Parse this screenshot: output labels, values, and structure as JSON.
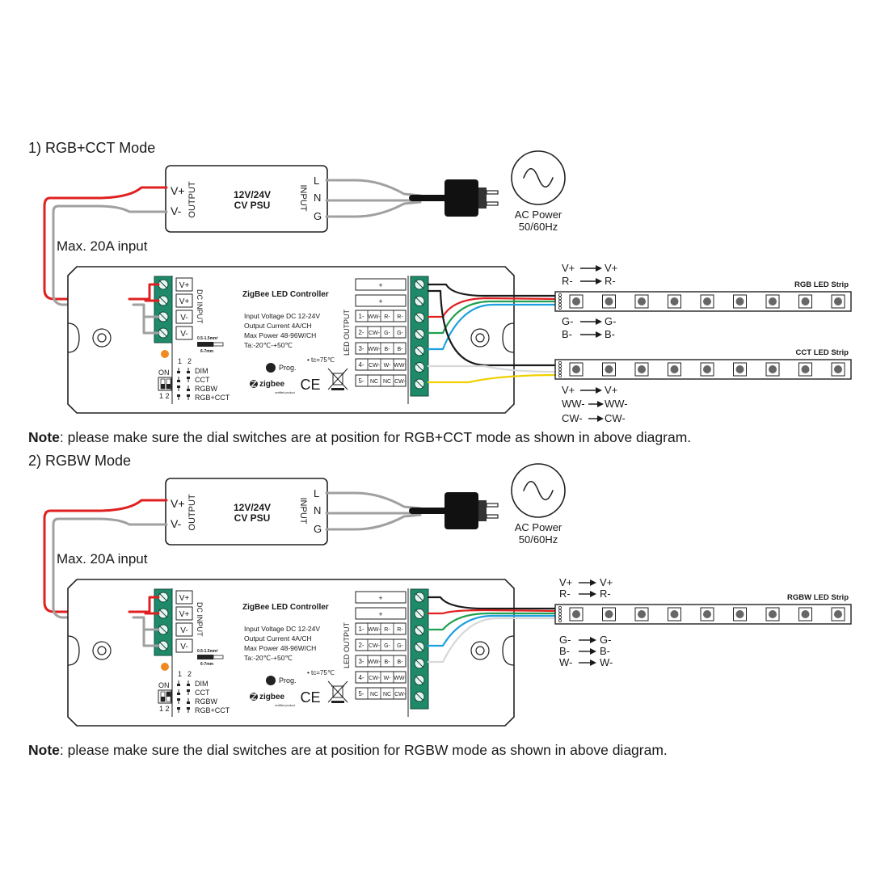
{
  "sections": [
    {
      "title": "1) RGB+CCT Mode",
      "psu": {
        "output_label": "OUTPUT",
        "input_label": "INPUT",
        "vplus": "V+",
        "vminus": "V-",
        "line1": "12V/24V",
        "line2": "CV PSU",
        "L": "L",
        "N": "N",
        "G": "G"
      },
      "ac": {
        "line1": "AC Power",
        "line2": "50/60Hz"
      },
      "max_input": "Max. 20A input",
      "controller": {
        "title": "ZigBee LED Controller",
        "specs": [
          "Input Voltage DC 12-24V",
          "Output Current 4A/CH",
          "Max Power 48-96W/CH",
          "Ta:-20℃-+50℃"
        ],
        "tc": "• tc=75℃",
        "prog": "Prog.",
        "dc_input_label": "DC INPUT",
        "led_output_label": "LED OUTPUT",
        "input_terminals": [
          "V+",
          "V+",
          "V-",
          "V-"
        ],
        "wire_size": "0.5-1.5mm²",
        "strip_len": "6-7mm",
        "switch_nums": [
          "1",
          "2"
        ],
        "switch_on": "ON",
        "switch_bottom": "1 2",
        "modes": [
          "DIM",
          "CCT",
          "RGBW",
          "RGB+CCT"
        ],
        "zigbee": "zigbee",
        "zigbee_sub": "certified product",
        "ce": "CE",
        "output_table": {
          "header": [
            "+",
            "+"
          ],
          "rows": [
            {
              "ch": "1-",
              "cells": [
                "WW-",
                "R-",
                "R-"
              ]
            },
            {
              "ch": "2-",
              "cells": [
                "CW-",
                "G-",
                "G-"
              ]
            },
            {
              "ch": "3-",
              "cells": [
                "WW-",
                "B-",
                "B-"
              ]
            },
            {
              "ch": "4-",
              "cells": [
                "CW-",
                "W-",
                "WW-"
              ]
            },
            {
              "ch": "5-",
              "cells": [
                "NC",
                "NC",
                "CW-"
              ]
            }
          ]
        }
      },
      "strips": [
        {
          "label": "RGB LED Strip",
          "leds": 9
        },
        {
          "label": "CCT LED Strip",
          "leds": 9
        }
      ],
      "mapping": [
        {
          "from": "V+",
          "to": "V+"
        },
        {
          "from": "R-",
          "to": "R-"
        },
        {
          "from": "G-",
          "to": "G-"
        },
        {
          "from": "B-",
          "to": "B-"
        },
        {
          "from": "V+",
          "to": "V+"
        },
        {
          "from": "WW-",
          "to": "WW-"
        },
        {
          "from": "CW-",
          "to": "CW-"
        }
      ],
      "note": {
        "bold": "Note",
        "text": ": please make sure the dial switches are at position for RGB+CCT mode as shown in above diagram."
      }
    },
    {
      "title": "2) RGBW Mode",
      "psu": {
        "output_label": "OUTPUT",
        "input_label": "INPUT",
        "vplus": "V+",
        "vminus": "V-",
        "line1": "12V/24V",
        "line2": "CV PSU",
        "L": "L",
        "N": "N",
        "G": "G"
      },
      "ac": {
        "line1": "AC Power",
        "line2": "50/60Hz"
      },
      "max_input": "Max. 20A input",
      "controller": {
        "title": "ZigBee LED Controller",
        "specs": [
          "Input Voltage DC 12-24V",
          "Output Current 4A/CH",
          "Max Power 48-96W/CH",
          "Ta:-20℃-+50℃"
        ],
        "tc": "• tc=75℃",
        "prog": "Prog.",
        "dc_input_label": "DC INPUT",
        "led_output_label": "LED OUTPUT",
        "input_terminals": [
          "V+",
          "V+",
          "V-",
          "V-"
        ],
        "wire_size": "0.5-1.5mm²",
        "strip_len": "6-7mm",
        "switch_nums": [
          "1",
          "2"
        ],
        "switch_on": "ON",
        "switch_bottom": "1 2",
        "modes": [
          "DIM",
          "CCT",
          "RGBW",
          "RGB+CCT"
        ],
        "zigbee": "zigbee",
        "zigbee_sub": "certified product",
        "ce": "CE",
        "output_table": {
          "header": [
            "+",
            "+"
          ],
          "rows": [
            {
              "ch": "1-",
              "cells": [
                "WW-",
                "R-",
                "R-"
              ]
            },
            {
              "ch": "2-",
              "cells": [
                "CW-",
                "G-",
                "G-"
              ]
            },
            {
              "ch": "3-",
              "cells": [
                "WW-",
                "B-",
                "B-"
              ]
            },
            {
              "ch": "4-",
              "cells": [
                "CW-",
                "W-",
                "WW-"
              ]
            },
            {
              "ch": "5-",
              "cells": [
                "NC",
                "NC",
                "CW-"
              ]
            }
          ]
        }
      },
      "strips": [
        {
          "label": "RGBW LED Strip",
          "leds": 9
        }
      ],
      "mapping": [
        {
          "from": "V+",
          "to": "V+"
        },
        {
          "from": "R-",
          "to": "R-"
        },
        {
          "from": "G-",
          "to": "G-"
        },
        {
          "from": "B-",
          "to": "B-"
        },
        {
          "from": "W-",
          "to": "W-"
        }
      ],
      "note": {
        "bold": "Note",
        "text": ": please make sure the dial switches are at position for RGBW mode as shown in above diagram."
      }
    }
  ],
  "colors": {
    "red_wire": "#e02020",
    "grey_wire": "#a0a0a0",
    "black_wire": "#1a1a1a",
    "green_wire": "#20a050",
    "blue_wire": "#1ea0e0",
    "yellow_wire": "#f0d000",
    "white_wire": "#d8d8d8",
    "terminal_green": "#1f8a6a",
    "switch_orange": "#f08a20",
    "plug_black": "#111111",
    "led_grey": "#666666"
  },
  "icons": {
    "ac_source": "sine-wave-icon",
    "plug": "power-plug-icon",
    "mount": "mounting-hole-icon",
    "weee": "crossed-bin-icon",
    "prog_button": "prog-button-icon",
    "dip_switch": "dip-switch-icon",
    "zigbee_logo": "zigbee-logo-icon"
  }
}
